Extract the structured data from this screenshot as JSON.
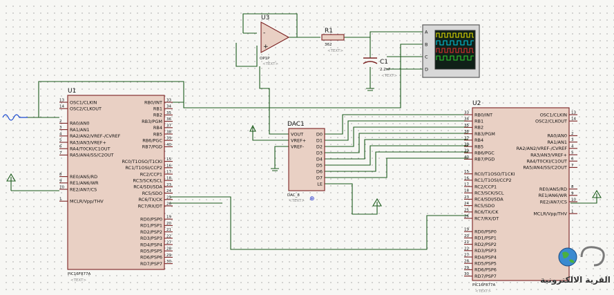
{
  "u1": {
    "ref": "U1",
    "part": "PIC16F877A",
    "text": "<TEXT>",
    "left_pins": [
      {
        "num": "13",
        "name": "OSC1/CLKIN"
      },
      {
        "num": "14",
        "name": "OSC2/CLKOUT"
      },
      {
        "num": "2",
        "name": "RA0/AN0"
      },
      {
        "num": "3",
        "name": "RA1/AN1"
      },
      {
        "num": "4",
        "name": "RA2/AN2/VREF-/CVREF"
      },
      {
        "num": "5",
        "name": "RA3/AN3/VREF+"
      },
      {
        "num": "6",
        "name": "RA4/T0CKI/C1OUT"
      },
      {
        "num": "7",
        "name": "RA5/AN4/SS/C2OUT"
      },
      {
        "num": "8",
        "name": "RE0/AN5/RD"
      },
      {
        "num": "9",
        "name": "RE1/AN6/WR"
      },
      {
        "num": "10",
        "name": "RE2/AN7/CS"
      },
      {
        "num": "1",
        "name": "MCLR/Vpp/THV"
      }
    ],
    "right_pins": [
      {
        "num": "33",
        "name": "RB0/INT"
      },
      {
        "num": "34",
        "name": "RB1"
      },
      {
        "num": "35",
        "name": "RB2"
      },
      {
        "num": "36",
        "name": "RB3/PGM"
      },
      {
        "num": "37",
        "name": "RB4"
      },
      {
        "num": "38",
        "name": "RB5"
      },
      {
        "num": "39",
        "name": "RB6/PGC"
      },
      {
        "num": "40",
        "name": "RB7/PGD"
      },
      {
        "num": "15",
        "name": "RC0/T1OSO/T1CKI"
      },
      {
        "num": "16",
        "name": "RC1/T1OSI/CCP2"
      },
      {
        "num": "17",
        "name": "RC2/CCP1"
      },
      {
        "num": "18",
        "name": "RC3/SCK/SCL"
      },
      {
        "num": "23",
        "name": "RC4/SDI/SDA"
      },
      {
        "num": "24",
        "name": "RC5/SDO"
      },
      {
        "num": "25",
        "name": "RC6/TX/CK"
      },
      {
        "num": "26",
        "name": "RC7/RX/DT"
      },
      {
        "num": "19",
        "name": "RD0/PSP0"
      },
      {
        "num": "20",
        "name": "RD1/PSP1"
      },
      {
        "num": "21",
        "name": "RD2/PSP2"
      },
      {
        "num": "22",
        "name": "RD3/PSP3"
      },
      {
        "num": "27",
        "name": "RD4/PSP4"
      },
      {
        "num": "28",
        "name": "RD5/PSP5"
      },
      {
        "num": "29",
        "name": "RD6/PSP6"
      },
      {
        "num": "30",
        "name": "RD7/PSP7"
      }
    ]
  },
  "u2": {
    "ref": "U2",
    "part": "PIC16F877A",
    "text": "<TEXT>",
    "right_pins": [
      {
        "num": "13",
        "name": "OSC1/CLKIN"
      },
      {
        "num": "14",
        "name": "OSC2/CLKOUT"
      },
      {
        "num": "2",
        "name": "RA0/AN0"
      },
      {
        "num": "3",
        "name": "RA1/AN1"
      },
      {
        "num": "4",
        "name": "RA2/AN2/VREF-/CVREF"
      },
      {
        "num": "5",
        "name": "RA3/AN3/VREF+"
      },
      {
        "num": "6",
        "name": "RA4/T0CKI/C1OUT"
      },
      {
        "num": "7",
        "name": "RA5/AN4/SS/C2OUT"
      },
      {
        "num": "8",
        "name": "RE0/AN5/RD"
      },
      {
        "num": "9",
        "name": "RE1/AN6/WR"
      },
      {
        "num": "10",
        "name": "RE2/AN7/CS"
      },
      {
        "num": "1",
        "name": "MCLR/Vpp/THV"
      }
    ],
    "left_pins": [
      {
        "num": "33",
        "name": "RB0/INT"
      },
      {
        "num": "34",
        "name": "RB1"
      },
      {
        "num": "35",
        "name": "RB2"
      },
      {
        "num": "36",
        "name": "RB3/PGM"
      },
      {
        "num": "37",
        "name": "RB4"
      },
      {
        "num": "38",
        "name": "RB5"
      },
      {
        "num": "39",
        "name": "RB6/PGC"
      },
      {
        "num": "40",
        "name": "RB7/PGD"
      },
      {
        "num": "15",
        "name": "RC0/T1OSO/T1CKI"
      },
      {
        "num": "16",
        "name": "RC1/T1OSI/CCP2"
      },
      {
        "num": "17",
        "name": "RC2/CCP1"
      },
      {
        "num": "18",
        "name": "RC3/SCK/SCL"
      },
      {
        "num": "23",
        "name": "RC4/SDI/SDA"
      },
      {
        "num": "24",
        "name": "RC5/SDO"
      },
      {
        "num": "25",
        "name": "RC6/TX/CK"
      },
      {
        "num": "26",
        "name": "RC7/RX/DT"
      },
      {
        "num": "19",
        "name": "RD0/PSP0"
      },
      {
        "num": "20",
        "name": "RD1/PSP1"
      },
      {
        "num": "21",
        "name": "RD2/PSP2"
      },
      {
        "num": "22",
        "name": "RD3/PSP3"
      },
      {
        "num": "27",
        "name": "RD4/PSP4"
      },
      {
        "num": "28",
        "name": "RD5/PSP5"
      },
      {
        "num": "29",
        "name": "RD6/PSP6"
      },
      {
        "num": "30",
        "name": "RD7/PSP7"
      }
    ]
  },
  "dac": {
    "ref": "DAC1",
    "part": "DAC_8",
    "text": "<TEXT>",
    "left_pins": [
      "VOUT",
      "VREF+",
      "VREF-"
    ],
    "right_pins": [
      "D0",
      "D1",
      "D2",
      "D3",
      "D4",
      "D5",
      "D6",
      "D7",
      "LE"
    ]
  },
  "u3": {
    "ref": "U3",
    "part": "OP1P",
    "text": "<TEXT>",
    "minus": "-",
    "plus": "+"
  },
  "r1": {
    "ref": "R1",
    "value": "362",
    "text": "<TEXT>"
  },
  "c1": {
    "ref": "C1",
    "value": "2.2nF",
    "text": "<TEXT>"
  },
  "scope": {
    "channels": [
      "A",
      "B",
      "C",
      "D"
    ],
    "trace_colors": [
      "#e8e000",
      "#00c8e0",
      "#e03030",
      "#30d030"
    ]
  },
  "logo": {
    "text": "القرية الالكترونية"
  }
}
